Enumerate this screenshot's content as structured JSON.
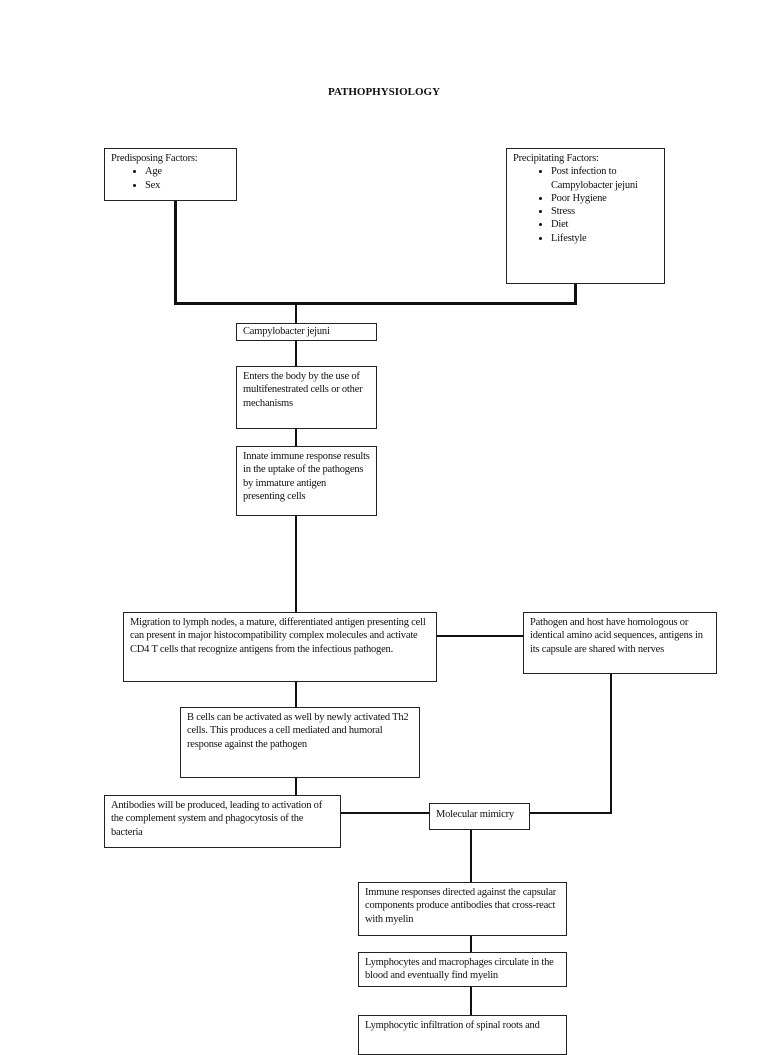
{
  "title": "PATHOPHYSIOLOGY",
  "predisposing": {
    "heading": "Predisposing Factors:",
    "items": [
      "Age",
      "Sex"
    ]
  },
  "precipitating": {
    "heading": "Precipitating Factors:",
    "items": [
      "Post infection to Campylobacter jejuni",
      "Poor Hygiene",
      "Stress",
      "Diet",
      "Lifestyle"
    ]
  },
  "nodes": {
    "campylobacter": "Campylobacter jejuni",
    "enters": "Enters the body by the use of multifenestrated cells or other mechanisms",
    "innate": "Innate immune response results in the uptake of the pathogens by immature antigen presenting cells",
    "migration": "Migration to lymph nodes, a mature, differentiated antigen presenting cell can present in major histocompatibility complex molecules and activate CD4 T cells that recognize antigens from the infectious pathogen.",
    "homologous": "Pathogen and host have homologous or identical amino acid sequences, antigens in its capsule are shared with nerves",
    "bcells": "B cells can be activated as well by newly activated Th2 cells. This produces a cell mediated and humoral response against the pathogen",
    "antibodies": "Antibodies will be produced, leading to activation of the complement system and phagocytosis of the bacteria",
    "mimicry": "Molecular mimicry",
    "immune": "Immune responses directed against the capsular components produce antibodies that cross-react with myelin",
    "lymphocytes": "Lymphocytes and macrophages circulate in the blood and eventually find myelin",
    "infiltration": "Lymphocytic infiltration of spinal roots and"
  }
}
